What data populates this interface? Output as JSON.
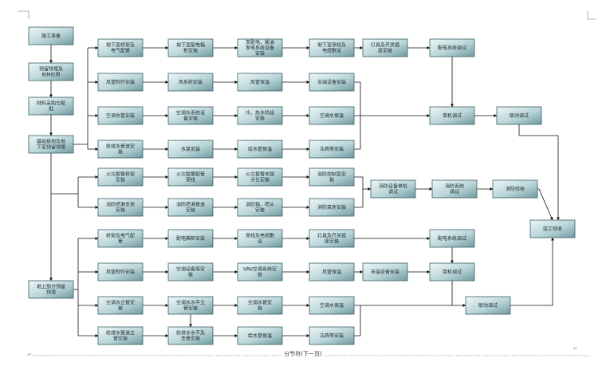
{
  "footer": {
    "section_break": "分节符(下一页)"
  },
  "marks": {
    "left": "↵",
    "right": "↵"
  },
  "boxes": [
    {
      "id": "start",
      "label": "施工准备"
    },
    {
      "id": "prep",
      "label": "预留预埋及\nBIM应用"
    },
    {
      "id": "mat",
      "label": "材料采购与报\n批"
    },
    {
      "id": "base",
      "label": "基础接地及地\n下室预留预埋"
    },
    {
      "id": "uelec",
      "label": "地下室桥架及\n电气配管"
    },
    {
      "id": "uswitch",
      "label": "地下室配电箱\n柜安装"
    },
    {
      "id": "transf",
      "label": "变配电、柴油\n发电系统设备\n安装"
    },
    {
      "id": "cable1",
      "label": "地下室穿线及\n电缆敷设"
    },
    {
      "id": "lamp1",
      "label": "灯具及开关插\n座安装"
    },
    {
      "id": "pd1",
      "label": "配电系统调试"
    },
    {
      "id": "duct1",
      "label": "风管制作安装"
    },
    {
      "id": "fansys",
      "label": "风系统安装"
    },
    {
      "id": "ductins",
      "label": "风管保温"
    },
    {
      "id": "endeq1",
      "label": "末端设备安装"
    },
    {
      "id": "acpipe1",
      "label": "空调水管安装"
    },
    {
      "id": "acwater",
      "label": "空调水系统设\n备安装"
    },
    {
      "id": "chill",
      "label": "冷、热水机组\n安装"
    },
    {
      "id": "acins1",
      "label": "空调水保温"
    },
    {
      "id": "single1",
      "label": "单机调试"
    },
    {
      "id": "link1",
      "label": "联动调试"
    },
    {
      "id": "drain1",
      "label": "给排水管道安\n装"
    },
    {
      "id": "pump",
      "label": "水泵安装"
    },
    {
      "id": "wins1",
      "label": "给水管保温"
    },
    {
      "id": "fix1",
      "label": "洁具等安装"
    },
    {
      "id": "fatray",
      "label": "火灾报警桥架\n安装"
    },
    {
      "id": "fapipe",
      "label": "火灾报警配管\n穿线"
    },
    {
      "id": "faend",
      "label": "火灾报警末端\n点位安装"
    },
    {
      "id": "fctrl",
      "label": "消防控制室安\n装"
    },
    {
      "id": "fsingle",
      "label": "消防设备单机\n调试"
    },
    {
      "id": "fsys",
      "label": "消防系统\n调试"
    },
    {
      "id": "faccept",
      "label": "消防验收"
    },
    {
      "id": "spray",
      "label": "消防喷淋支架\n安装"
    },
    {
      "id": "sprpipe",
      "label": "消防喷淋管道\n安装"
    },
    {
      "id": "sprhead",
      "label": "消防箱、喷头\n安装"
    },
    {
      "id": "fpump",
      "label": "消防泵房安装"
    },
    {
      "id": "final",
      "label": "竣工验收"
    },
    {
      "id": "above",
      "label": "地上部分预留\n预埋"
    },
    {
      "id": "aelec",
      "label": "桥架及电气配\n管"
    },
    {
      "id": "aswitch",
      "label": "配电箱柜安装"
    },
    {
      "id": "cable2",
      "label": "穿线及电缆敷\n设"
    },
    {
      "id": "lamp2",
      "label": "灯具及开关插\n座安装"
    },
    {
      "id": "pd2",
      "label": "配电系统调试"
    },
    {
      "id": "duct2",
      "label": "风管制作安装"
    },
    {
      "id": "aceq",
      "label": "空调设备等安\n装"
    },
    {
      "id": "vrv",
      "label": "VRV空调系统安\n装"
    },
    {
      "id": "ductins2",
      "label": "风管保温"
    },
    {
      "id": "endeq2",
      "label": "末端设备安装"
    },
    {
      "id": "single2",
      "label": "单机调试"
    },
    {
      "id": "acpipe2",
      "label": "空调水立管安\n装"
    },
    {
      "id": "acpipe3",
      "label": "空调水水平立\n管安装"
    },
    {
      "id": "acpipe4",
      "label": "空调水管安\n装"
    },
    {
      "id": "acins2",
      "label": "空调水保温"
    },
    {
      "id": "link2",
      "label": "联动调试"
    },
    {
      "id": "drain2",
      "label": "给排水管道立\n管安装"
    },
    {
      "id": "drain3",
      "label": "给排水水平及\n支管安装"
    },
    {
      "id": "wins2",
      "label": "给水管保温"
    },
    {
      "id": "fix2",
      "label": "洁具等安装"
    }
  ]
}
